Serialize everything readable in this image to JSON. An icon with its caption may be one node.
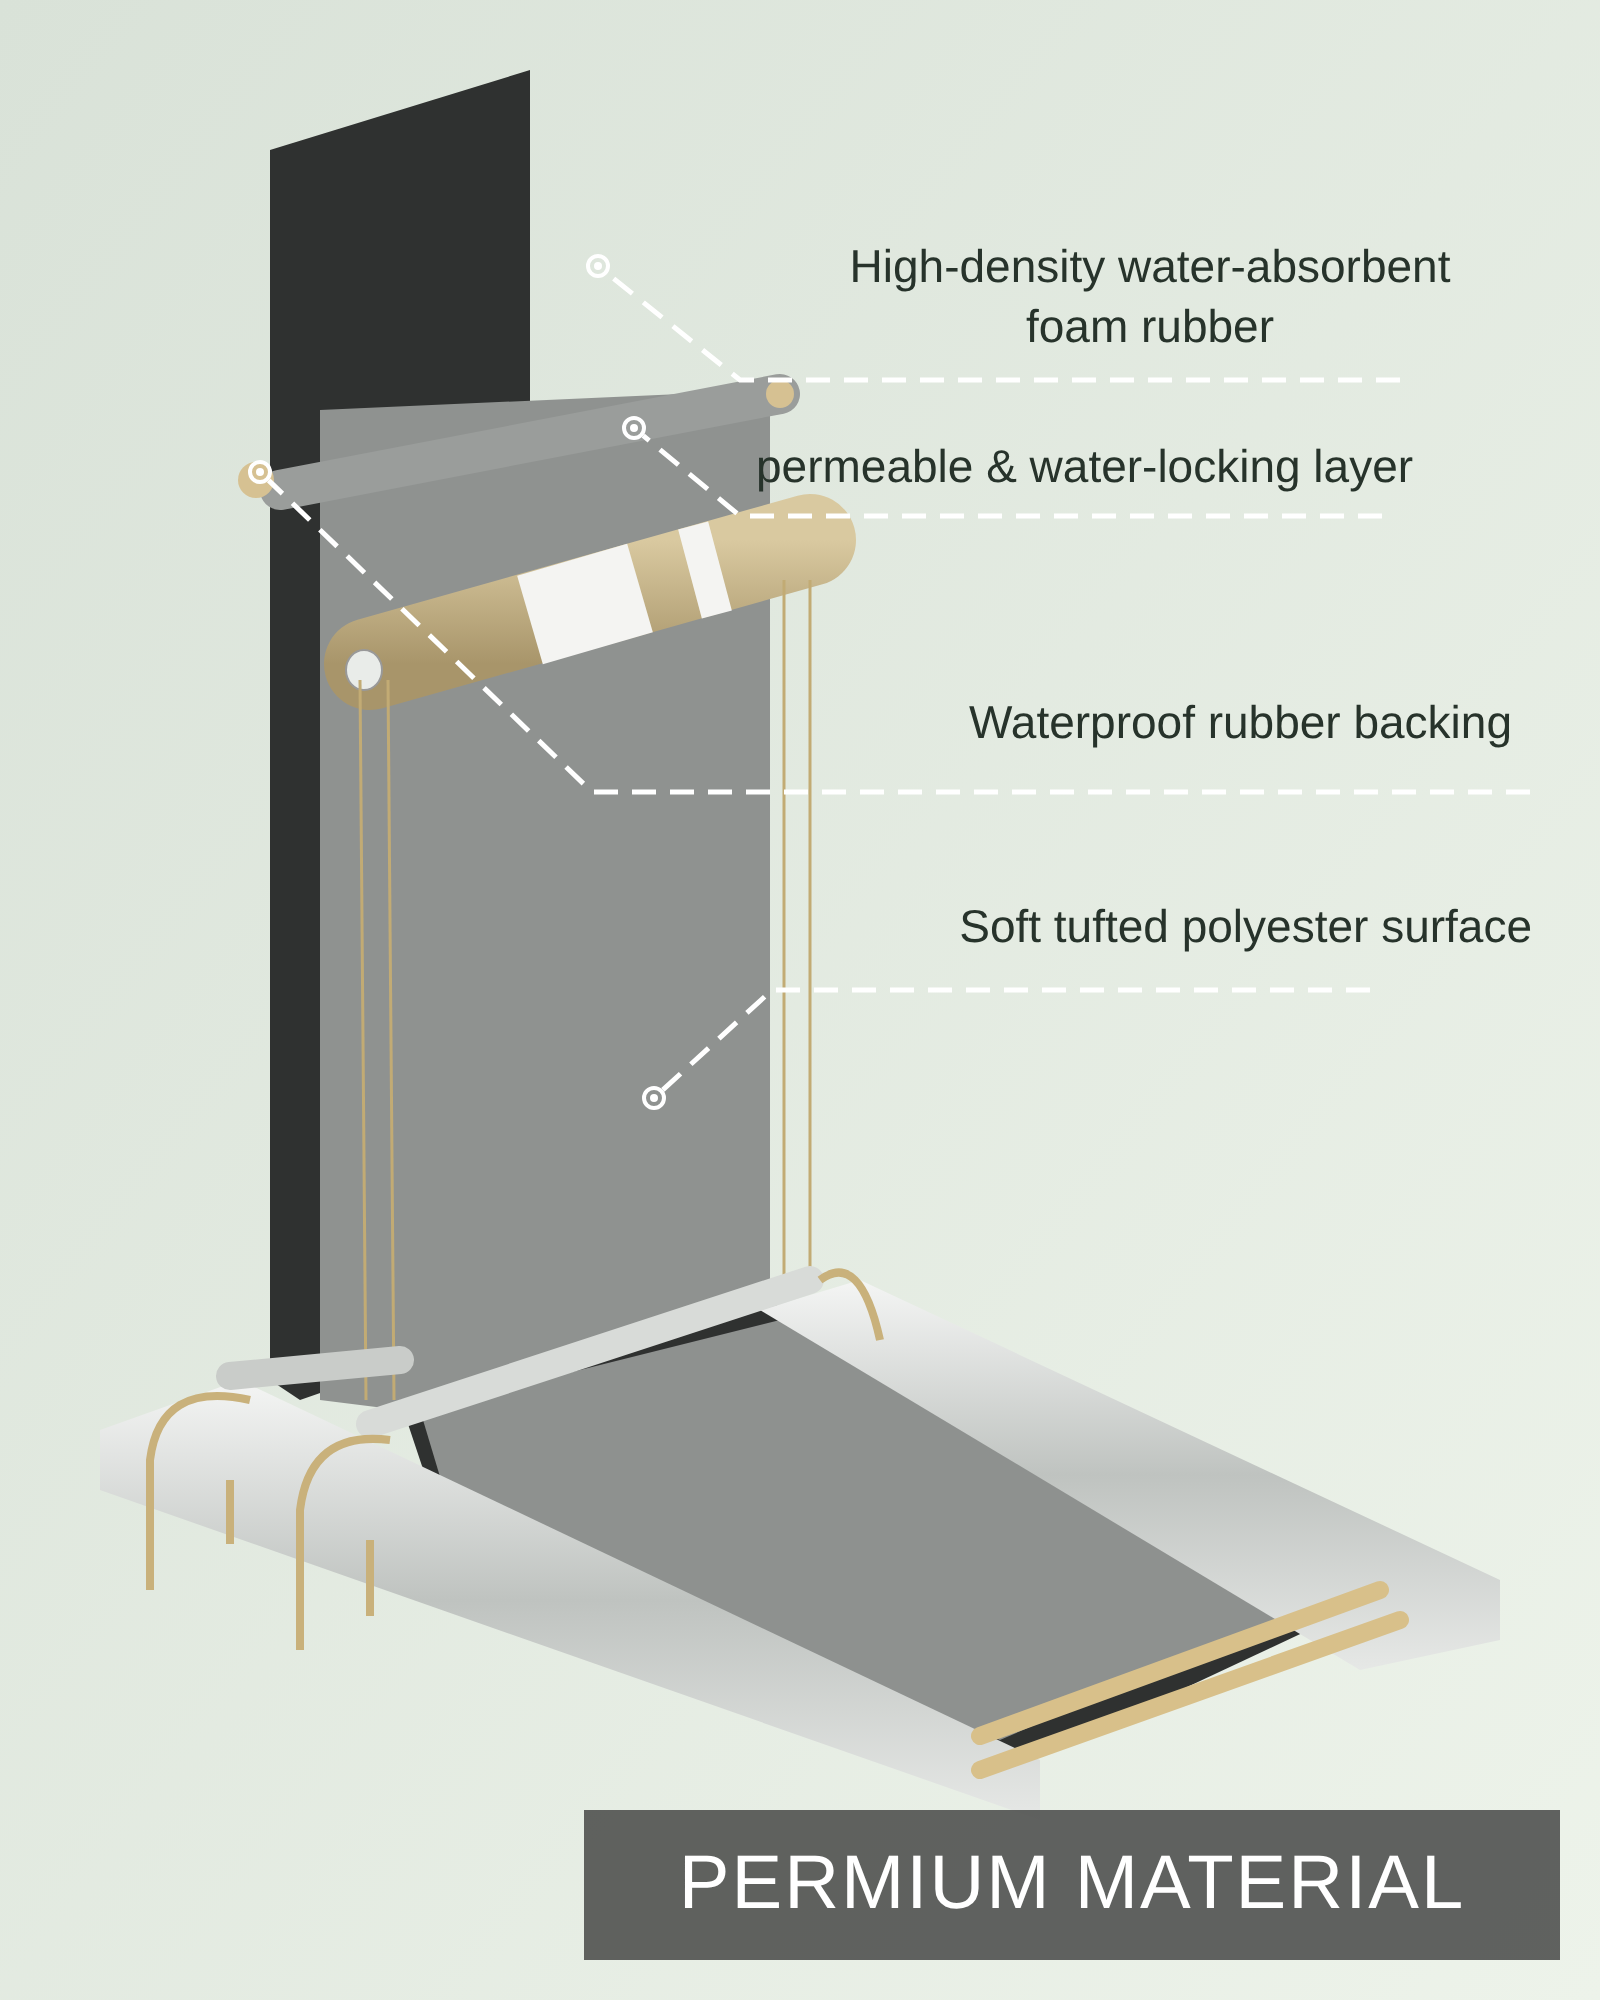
{
  "diagram": {
    "nodes": [
      {
        "text": [
          "High-density water-absorbent foam rubber"
        ]
      },
      {
        "text": [
          "permeable & water-locking layer"
        ]
      },
      {
        "text": [
          "Waterproof rubber backing"
        ]
      },
      {
        "text": [
          "Soft tufted polyester surface"
        ]
      },
      {
        "text": [],
        "shape": "circle"
      },
      {
        "text": [],
        "shape": "circle"
      },
      {
        "text": [],
        "shape": "circle"
      },
      {
        "text": [],
        "shape": "circle"
      },
      {
        "text": [
          "PERMIUM MATERIAL"
        ]
      }
    ],
    "edges": [
      {
        "from": 0,
        "to": 4,
        "arrow": "none",
        "style": "dashed"
      },
      {
        "from": 1,
        "to": 5,
        "arrow": "none",
        "style": "dashed"
      },
      {
        "from": 2,
        "to": 6,
        "arrow": "none",
        "style": "dashed"
      },
      {
        "from": 3,
        "to": 7,
        "arrow": "none",
        "style": "dashed"
      }
    ]
  }
}
